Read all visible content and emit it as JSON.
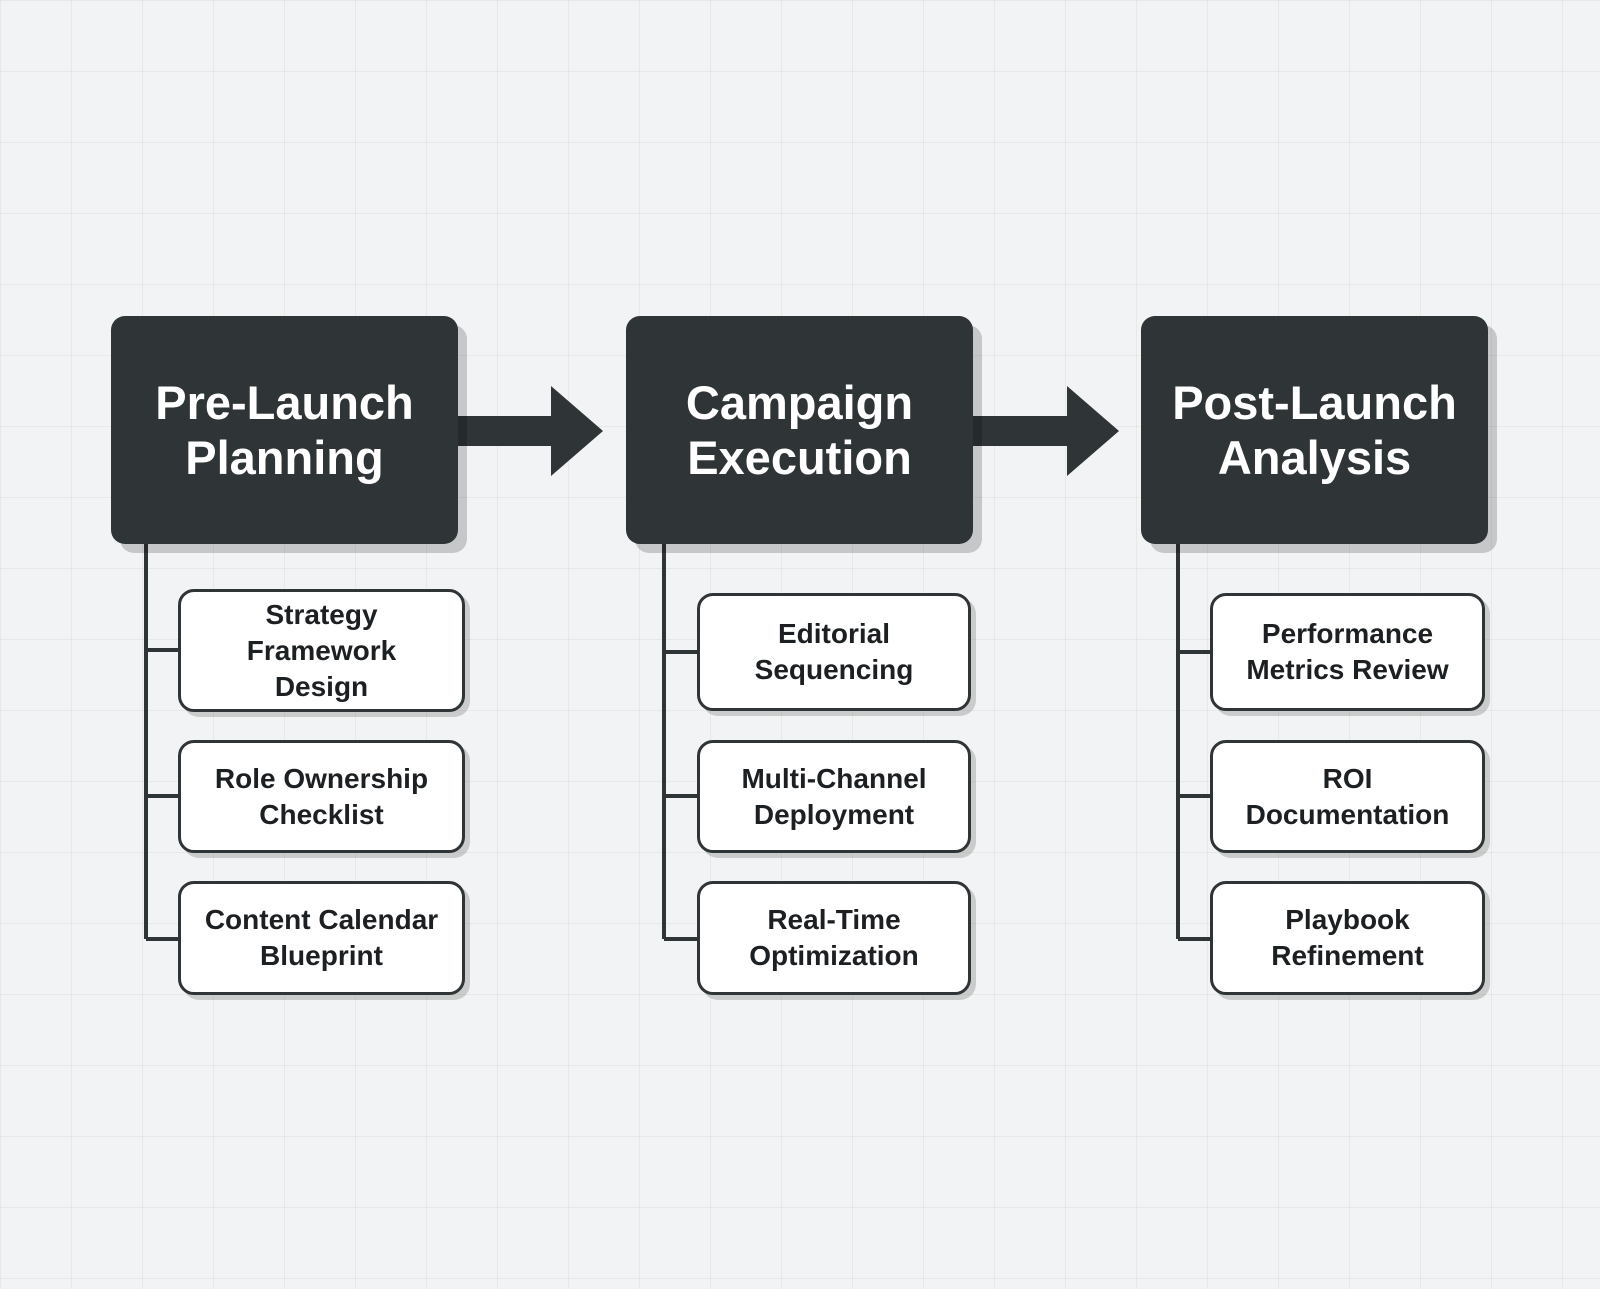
{
  "phases": [
    {
      "title": "Pre-Launch\nPlanning",
      "tasks": [
        "Strategy\nFramework\nDesign",
        "Role Ownership\nChecklist",
        "Content Calendar\nBlueprint"
      ]
    },
    {
      "title": "Campaign\nExecution",
      "tasks": [
        "Editorial\nSequencing",
        "Multi-Channel\nDeployment",
        "Real-Time\nOptimization"
      ]
    },
    {
      "title": "Post-Launch\nAnalysis",
      "tasks": [
        "Performance\nMetrics Review",
        "ROI\nDocumentation",
        "Playbook\nRefinement"
      ]
    }
  ],
  "colors": {
    "background": "#f1f3f4",
    "phase_fill": "#2f3436",
    "phase_text": "#ffffff",
    "task_border": "#2f3436",
    "task_fill": "#ffffff",
    "connector": "#2f3436"
  }
}
